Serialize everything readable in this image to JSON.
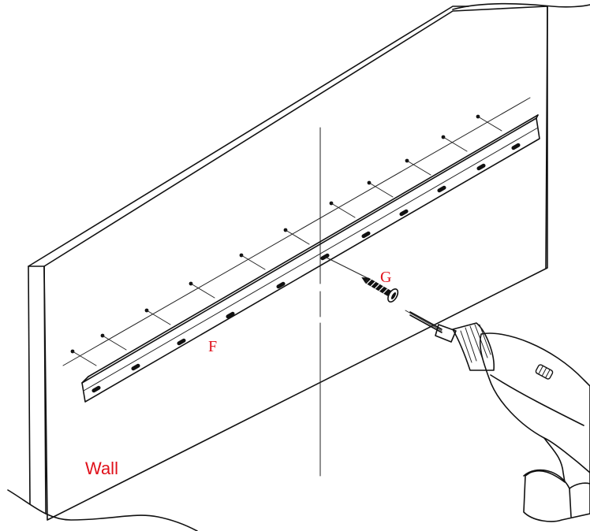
{
  "labels": {
    "wall": "Wall",
    "rail": "F",
    "screw": "G"
  },
  "colors": {
    "label": "#e0101a",
    "ink": "#111111",
    "background": "#ffffff"
  },
  "icons": {
    "tool": "power-drill-icon",
    "fastener": "screw-icon"
  }
}
